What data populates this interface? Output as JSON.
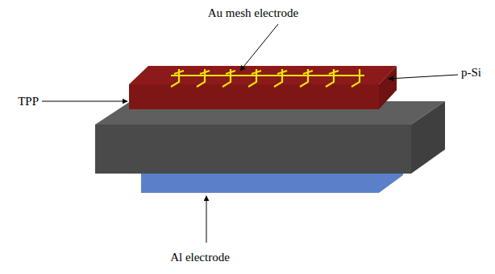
{
  "diagram": {
    "labels": [
      "Au mesh electrode",
      "TPP",
      "p-Si",
      "Al electrode"
    ]
  }
}
